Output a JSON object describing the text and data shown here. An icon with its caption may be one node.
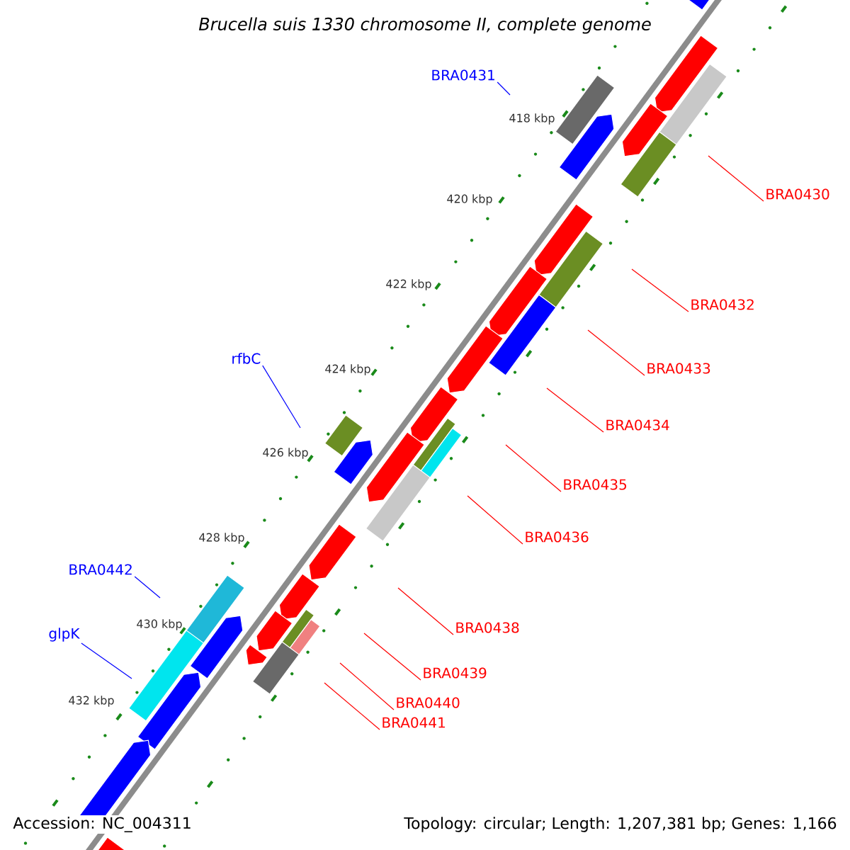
{
  "diagram": {
    "title": "Brucella suis 1330 chromosome II, complete genome",
    "nodes": [
      {
        "text": [
          "BRA0431"
        ]
      },
      {
        "text": [
          "BRA0430"
        ]
      },
      {
        "text": [
          "BRA0432"
        ]
      },
      {
        "text": [
          "rfbC"
        ]
      },
      {
        "text": [
          "BRA0433"
        ]
      },
      {
        "text": [
          "BRA0434"
        ]
      },
      {
        "text": [
          "BRA0435"
        ]
      },
      {
        "text": [
          "BRA0436"
        ]
      },
      {
        "text": [
          "BRA0442"
        ]
      },
      {
        "text": [
          "BRA0438"
        ]
      },
      {
        "text": [
          "glpK"
        ]
      },
      {
        "text": [
          "BRA0439"
        ]
      },
      {
        "text": [
          "BRA0440"
        ]
      },
      {
        "text": [
          "BRA0441"
        ]
      }
    ],
    "edges": [
      {
        "from": 0,
        "to": null,
        "arrow": "none",
        "color": "#0000ff"
      },
      {
        "from": 1,
        "to": null,
        "arrow": "none"
      },
      {
        "from": 2,
        "to": null,
        "arrow": "none"
      },
      {
        "from": 3,
        "to": null,
        "arrow": "none",
        "color": "#0000ff"
      },
      {
        "from": 4,
        "to": null,
        "arrow": "none"
      },
      {
        "from": 5,
        "to": null,
        "arrow": "none"
      },
      {
        "from": 6,
        "to": null,
        "arrow": "none"
      },
      {
        "from": 7,
        "to": null,
        "arrow": "none"
      },
      {
        "from": 8,
        "to": null,
        "arrow": "none",
        "color": "#0000ff"
      },
      {
        "from": 9,
        "to": null,
        "arrow": "none"
      },
      {
        "from": 10,
        "to": null,
        "arrow": "none",
        "color": "#0000ff"
      },
      {
        "from": 11,
        "to": null,
        "arrow": "none"
      },
      {
        "from": 12,
        "to": null,
        "arrow": "none"
      },
      {
        "from": 13,
        "to": null,
        "arrow": "none"
      }
    ],
    "labels": [
      "418 kbp",
      "420 kbp",
      "422 kbp",
      "424 kbp",
      "426 kbp",
      "428 kbp",
      "430 kbp",
      "432 kbp",
      "Accession: NC_004311",
      "Topology: circular; Length: 1,207,381 bp; Genes: 1,166"
    ]
  }
}
